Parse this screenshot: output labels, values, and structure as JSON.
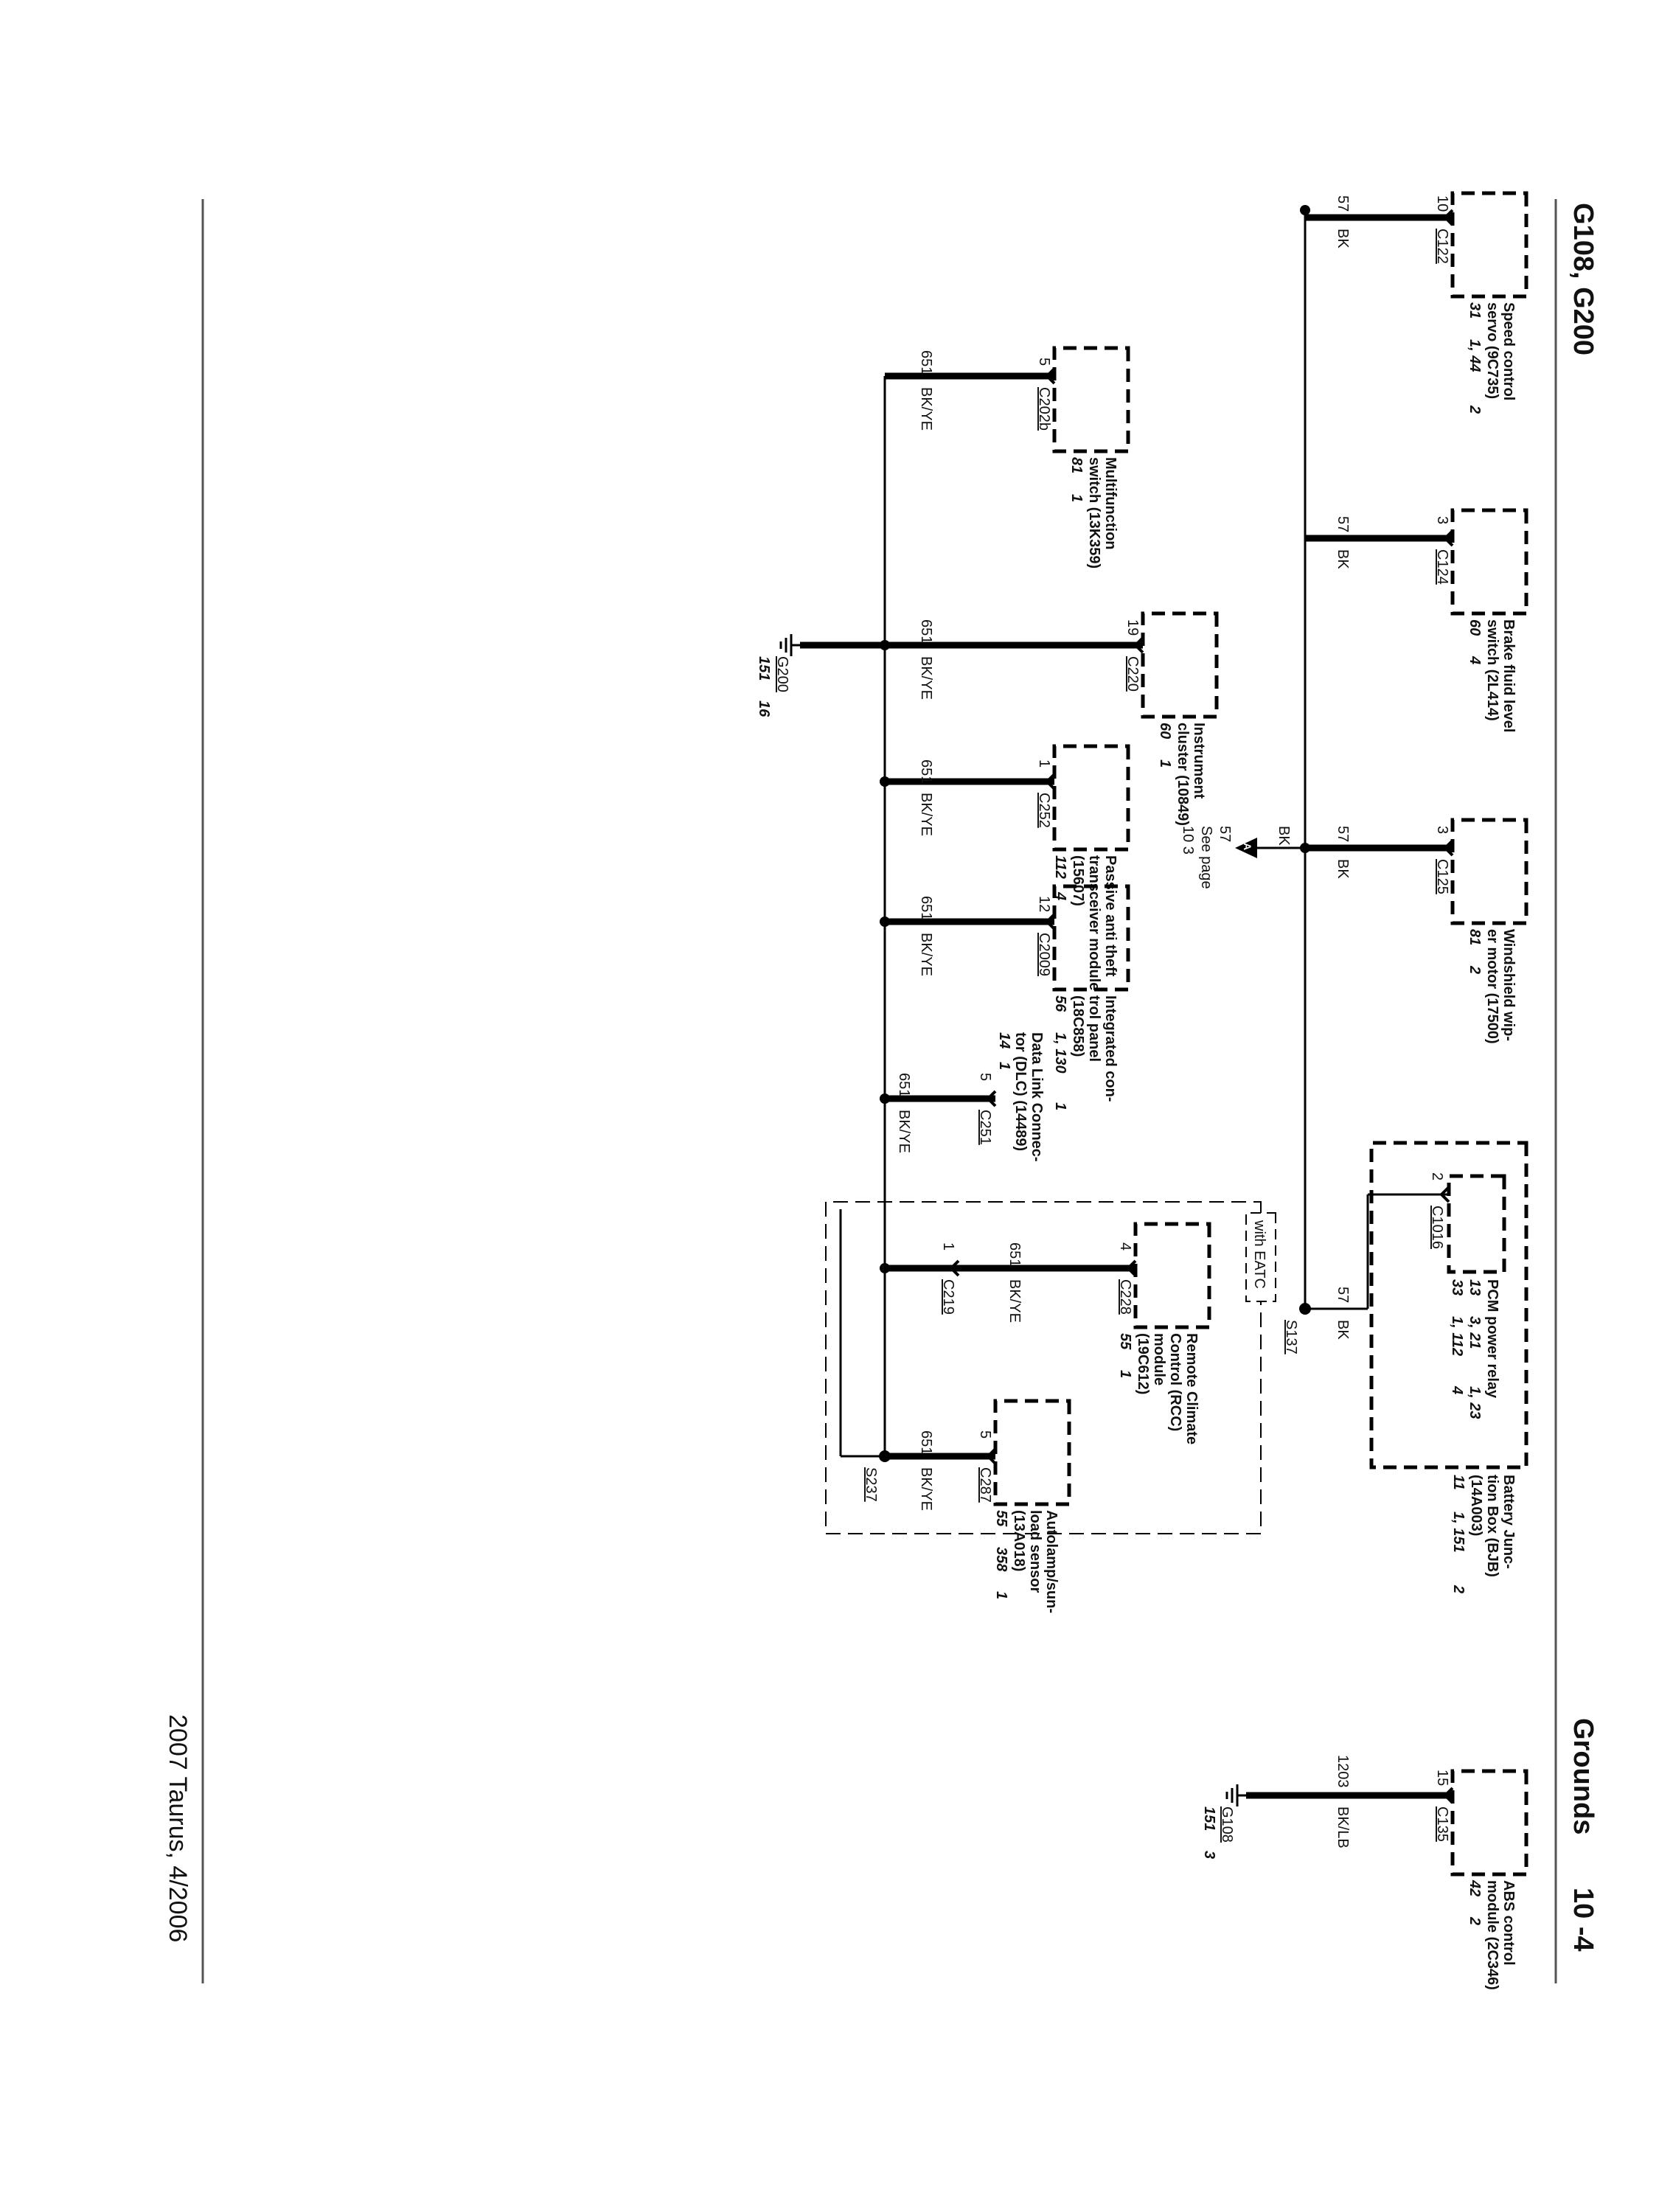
{
  "header": {
    "title_left": "G108, G200",
    "section": "Grounds",
    "page_number": "10 -4"
  },
  "footer": {
    "text": "2007 Taurus, 4/2006"
  },
  "components": [
    {
      "id": "speed-control-servo",
      "lines": [
        "Speed control",
        "servo (9C735)"
      ],
      "refs": [
        "31",
        "1, 44",
        "2"
      ],
      "connector": "C122",
      "pin": "10",
      "circuit": "57",
      "color": "BK"
    },
    {
      "id": "brake-fluid-level-switch",
      "lines": [
        "Brake fluid level",
        "switch (2L414)"
      ],
      "refs": [
        "60",
        "4"
      ],
      "connector": "C124",
      "pin": "3",
      "circuit": "57",
      "color": "BK"
    },
    {
      "id": "windshield-wiper-motor",
      "lines": [
        "Windshield wip-",
        "er motor (17500)"
      ],
      "refs": [
        "81",
        "2"
      ],
      "connector": "C125",
      "pin": "3",
      "circuit": "57",
      "color": "BK"
    },
    {
      "id": "pcm-power-relay",
      "lines": [
        "PCM power relay"
      ],
      "refs_rows": [
        [
          "13",
          "3, 21",
          "1, 23"
        ],
        [
          "33",
          "1, 112",
          "4"
        ]
      ],
      "connector": "C1016",
      "pin": "2",
      "circuit": "57",
      "color": "BK"
    },
    {
      "id": "battery-junction-box",
      "lines": [
        "Battery Junc-",
        "tion Box (BJB)",
        "(14A003)"
      ],
      "refs": [
        "11",
        "1, 151",
        "2"
      ]
    },
    {
      "id": "abs-control-module",
      "lines": [
        "ABS control",
        "module (2C346)"
      ],
      "refs": [
        "42",
        "2"
      ],
      "connector": "C135",
      "pin": "15",
      "circuit": "1203",
      "color": "BK/LB"
    },
    {
      "id": "multifunction-switch",
      "lines": [
        "Multifunction",
        "switch (13K359)"
      ],
      "refs": [
        "81",
        "1"
      ],
      "connector": "C202b",
      "pin": "5",
      "circuit": "651",
      "color": "BK/YE"
    },
    {
      "id": "instrument-cluster",
      "lines": [
        "Instrument",
        "cluster (10849)"
      ],
      "refs": [
        "60",
        "1"
      ],
      "connector": "C220",
      "pin": "19",
      "circuit": "651",
      "color": "BK/YE"
    },
    {
      "id": "passive-anti-theft",
      "lines": [
        "Passive anti         theft",
        "transceiver module",
        "(15607)"
      ],
      "refs": [
        "112",
        "4"
      ],
      "connector": "C252",
      "pin": "1",
      "circuit": "651",
      "color": "BK/YE"
    },
    {
      "id": "integrated-control-panel",
      "lines": [
        "Integrated con-",
        "trol panel",
        "(18C858)"
      ],
      "refs": [
        "56",
        "1, 130",
        "1"
      ],
      "connector": "C2009",
      "pin": "12",
      "circuit": "651",
      "color": "BK/YE"
    },
    {
      "id": "data-link-connector",
      "lines": [
        "Data Link Connec-",
        "tor (DLC) (14489)"
      ],
      "refs": [
        "14",
        "1"
      ],
      "connector": "C251",
      "pin": "5",
      "circuit": "651",
      "color": "BK/YE"
    },
    {
      "id": "remote-climate-control",
      "lines": [
        "Remote Climate",
        "Control (RCC)",
        "module",
        "(19C612)"
      ],
      "refs": [
        "55",
        "1"
      ],
      "connector": "C228",
      "pin": "4",
      "circuit": "651",
      "color": "BK/YE"
    },
    {
      "id": "autolamp-sensor",
      "lines": [
        "Autolamp/sun-",
        "load sensor",
        "(13A018)"
      ],
      "refs": [
        "55",
        "358",
        "1"
      ],
      "connector": "C287",
      "pin": "5",
      "circuit": "651",
      "color": "BK/YE"
    }
  ],
  "splices": {
    "s137": "S137",
    "s237": "S237"
  },
  "inline_connector": {
    "name": "C219",
    "pin": "1"
  },
  "grounds": [
    {
      "name": "G200",
      "refs": [
        "151",
        "16"
      ]
    },
    {
      "name": "G108",
      "refs": [
        "151",
        "3"
      ]
    }
  ],
  "option_box": {
    "label": "with EATC"
  },
  "arrow_ref": {
    "letter": "A",
    "circuit": "57",
    "color": "BK",
    "lines": [
      "See page",
      "10         3"
    ]
  }
}
